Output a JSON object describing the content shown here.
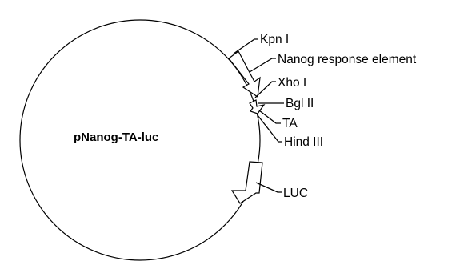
{
  "plasmid": {
    "name": "pNanog-TA-luc"
  },
  "labels": {
    "kpn1": "Kpn I",
    "nanog_re": "Nanog response element",
    "xho1": "Xho I",
    "bgl2": "Bgl II",
    "ta": "TA",
    "hind3": "Hind III",
    "luc": "LUC"
  }
}
